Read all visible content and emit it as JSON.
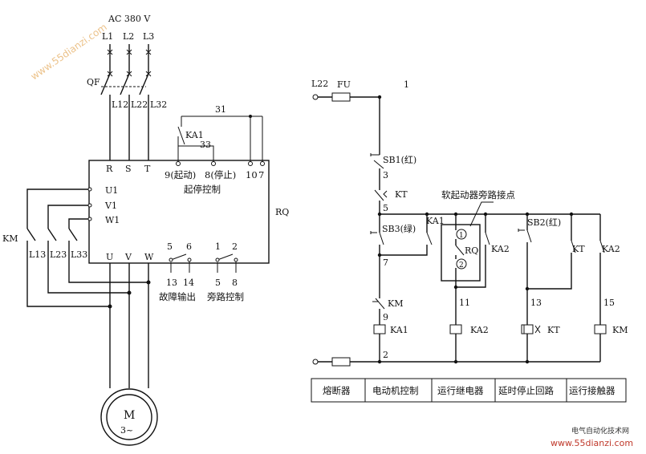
{
  "left": {
    "supply": "AC 380 V",
    "phases": [
      "L1",
      "L2",
      "L3"
    ],
    "breaker": "QF",
    "feeders": [
      "L12",
      "L22",
      "L32"
    ],
    "inputs": [
      "R",
      "S",
      "T"
    ],
    "node_31": "31",
    "node_33": "33",
    "ka1": "KA1",
    "ctrl_terms": [
      "9(起动)",
      "8(停止)",
      "10",
      "7"
    ],
    "ctrl_label": "起停控制",
    "rq": "RQ",
    "out_left": [
      "U1",
      "V1",
      "W1"
    ],
    "km": "KM",
    "bypass_lines": [
      "L13",
      "L23",
      "L33"
    ],
    "outputs": [
      "U",
      "V",
      "W"
    ],
    "relay_pins": [
      "5",
      "6",
      "1",
      "2"
    ],
    "relay_out": [
      "13",
      "14",
      "5",
      "8"
    ],
    "fault_label": "故障输出",
    "bypass_label": "旁路控制",
    "motor": "M",
    "motor_sub": "3~"
  },
  "right": {
    "l22": "L22",
    "fu": "FU",
    "n1": "1",
    "sb1": "SB1(红)",
    "n3": "3",
    "kt": "KT",
    "bypass_contact": "软起动器旁路接点",
    "n5": "5",
    "sb3": "SB3(绿)",
    "ka1": "KA1",
    "c1": "1",
    "c2": "2",
    "rq": "RQ",
    "ka2": "KA2",
    "sb2": "SB2(红)",
    "kt2": "KT",
    "ka2b": "KA2",
    "n7": "7",
    "km": "KM",
    "n9": "9",
    "n11": "11",
    "n13": "13",
    "n15": "15",
    "coil_ka1": "KA1",
    "coil_ka2": "KA2",
    "coil_kt": "KT",
    "coil_km": "KM",
    "n2": "2"
  },
  "legend": [
    "熔断器",
    "电动机控制",
    "运行继电器",
    "延时停止回路",
    "运行接触器"
  ],
  "watermark": {
    "tilted": "www.55dianzi.com",
    "site_cn": "电气自动化技术网",
    "site_url": "www.55dianzi.com"
  }
}
